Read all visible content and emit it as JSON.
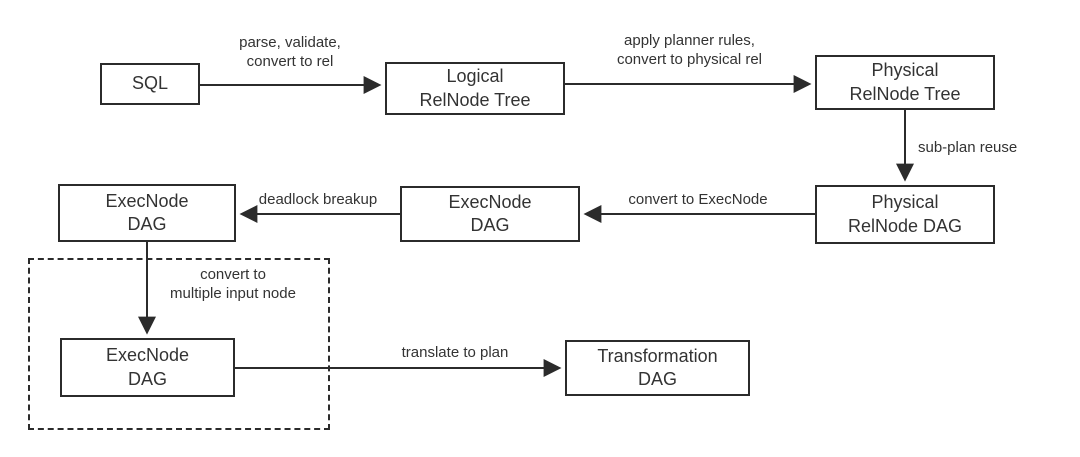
{
  "diagram": {
    "title": "SQL to Transformation DAG planning pipeline",
    "colors": {
      "border": "#2b2b2b",
      "text": "#333333",
      "background": "#ffffff"
    },
    "nodes": {
      "sql": {
        "label": "SQL"
      },
      "logical_relnode_tree": {
        "label": "Logical\nRelNode Tree"
      },
      "physical_relnode_tree": {
        "label": "Physical\nRelNode Tree"
      },
      "physical_relnode_dag": {
        "label": "Physical\nRelNode DAG"
      },
      "execnode_dag_mid": {
        "label": "ExecNode\nDAG"
      },
      "execnode_dag_left": {
        "label": "ExecNode\nDAG"
      },
      "execnode_dag_bottom": {
        "label": "ExecNode\nDAG"
      },
      "transformation_dag": {
        "label": "Transformation\nDAG"
      }
    },
    "edges": {
      "parse_validate": {
        "label": "parse, validate,\nconvert to rel"
      },
      "apply_planner_rules": {
        "label": "apply planner rules,\nconvert to physical rel"
      },
      "subplan_reuse": {
        "label": "sub-plan reuse"
      },
      "convert_to_execnode": {
        "label": "convert to ExecNode"
      },
      "deadlock_breakup": {
        "label": "deadlock breakup"
      },
      "convert_to_multiple_input": {
        "label": "convert to\nmultiple input node"
      },
      "translate_to_plan": {
        "label": "translate to plan"
      }
    }
  }
}
